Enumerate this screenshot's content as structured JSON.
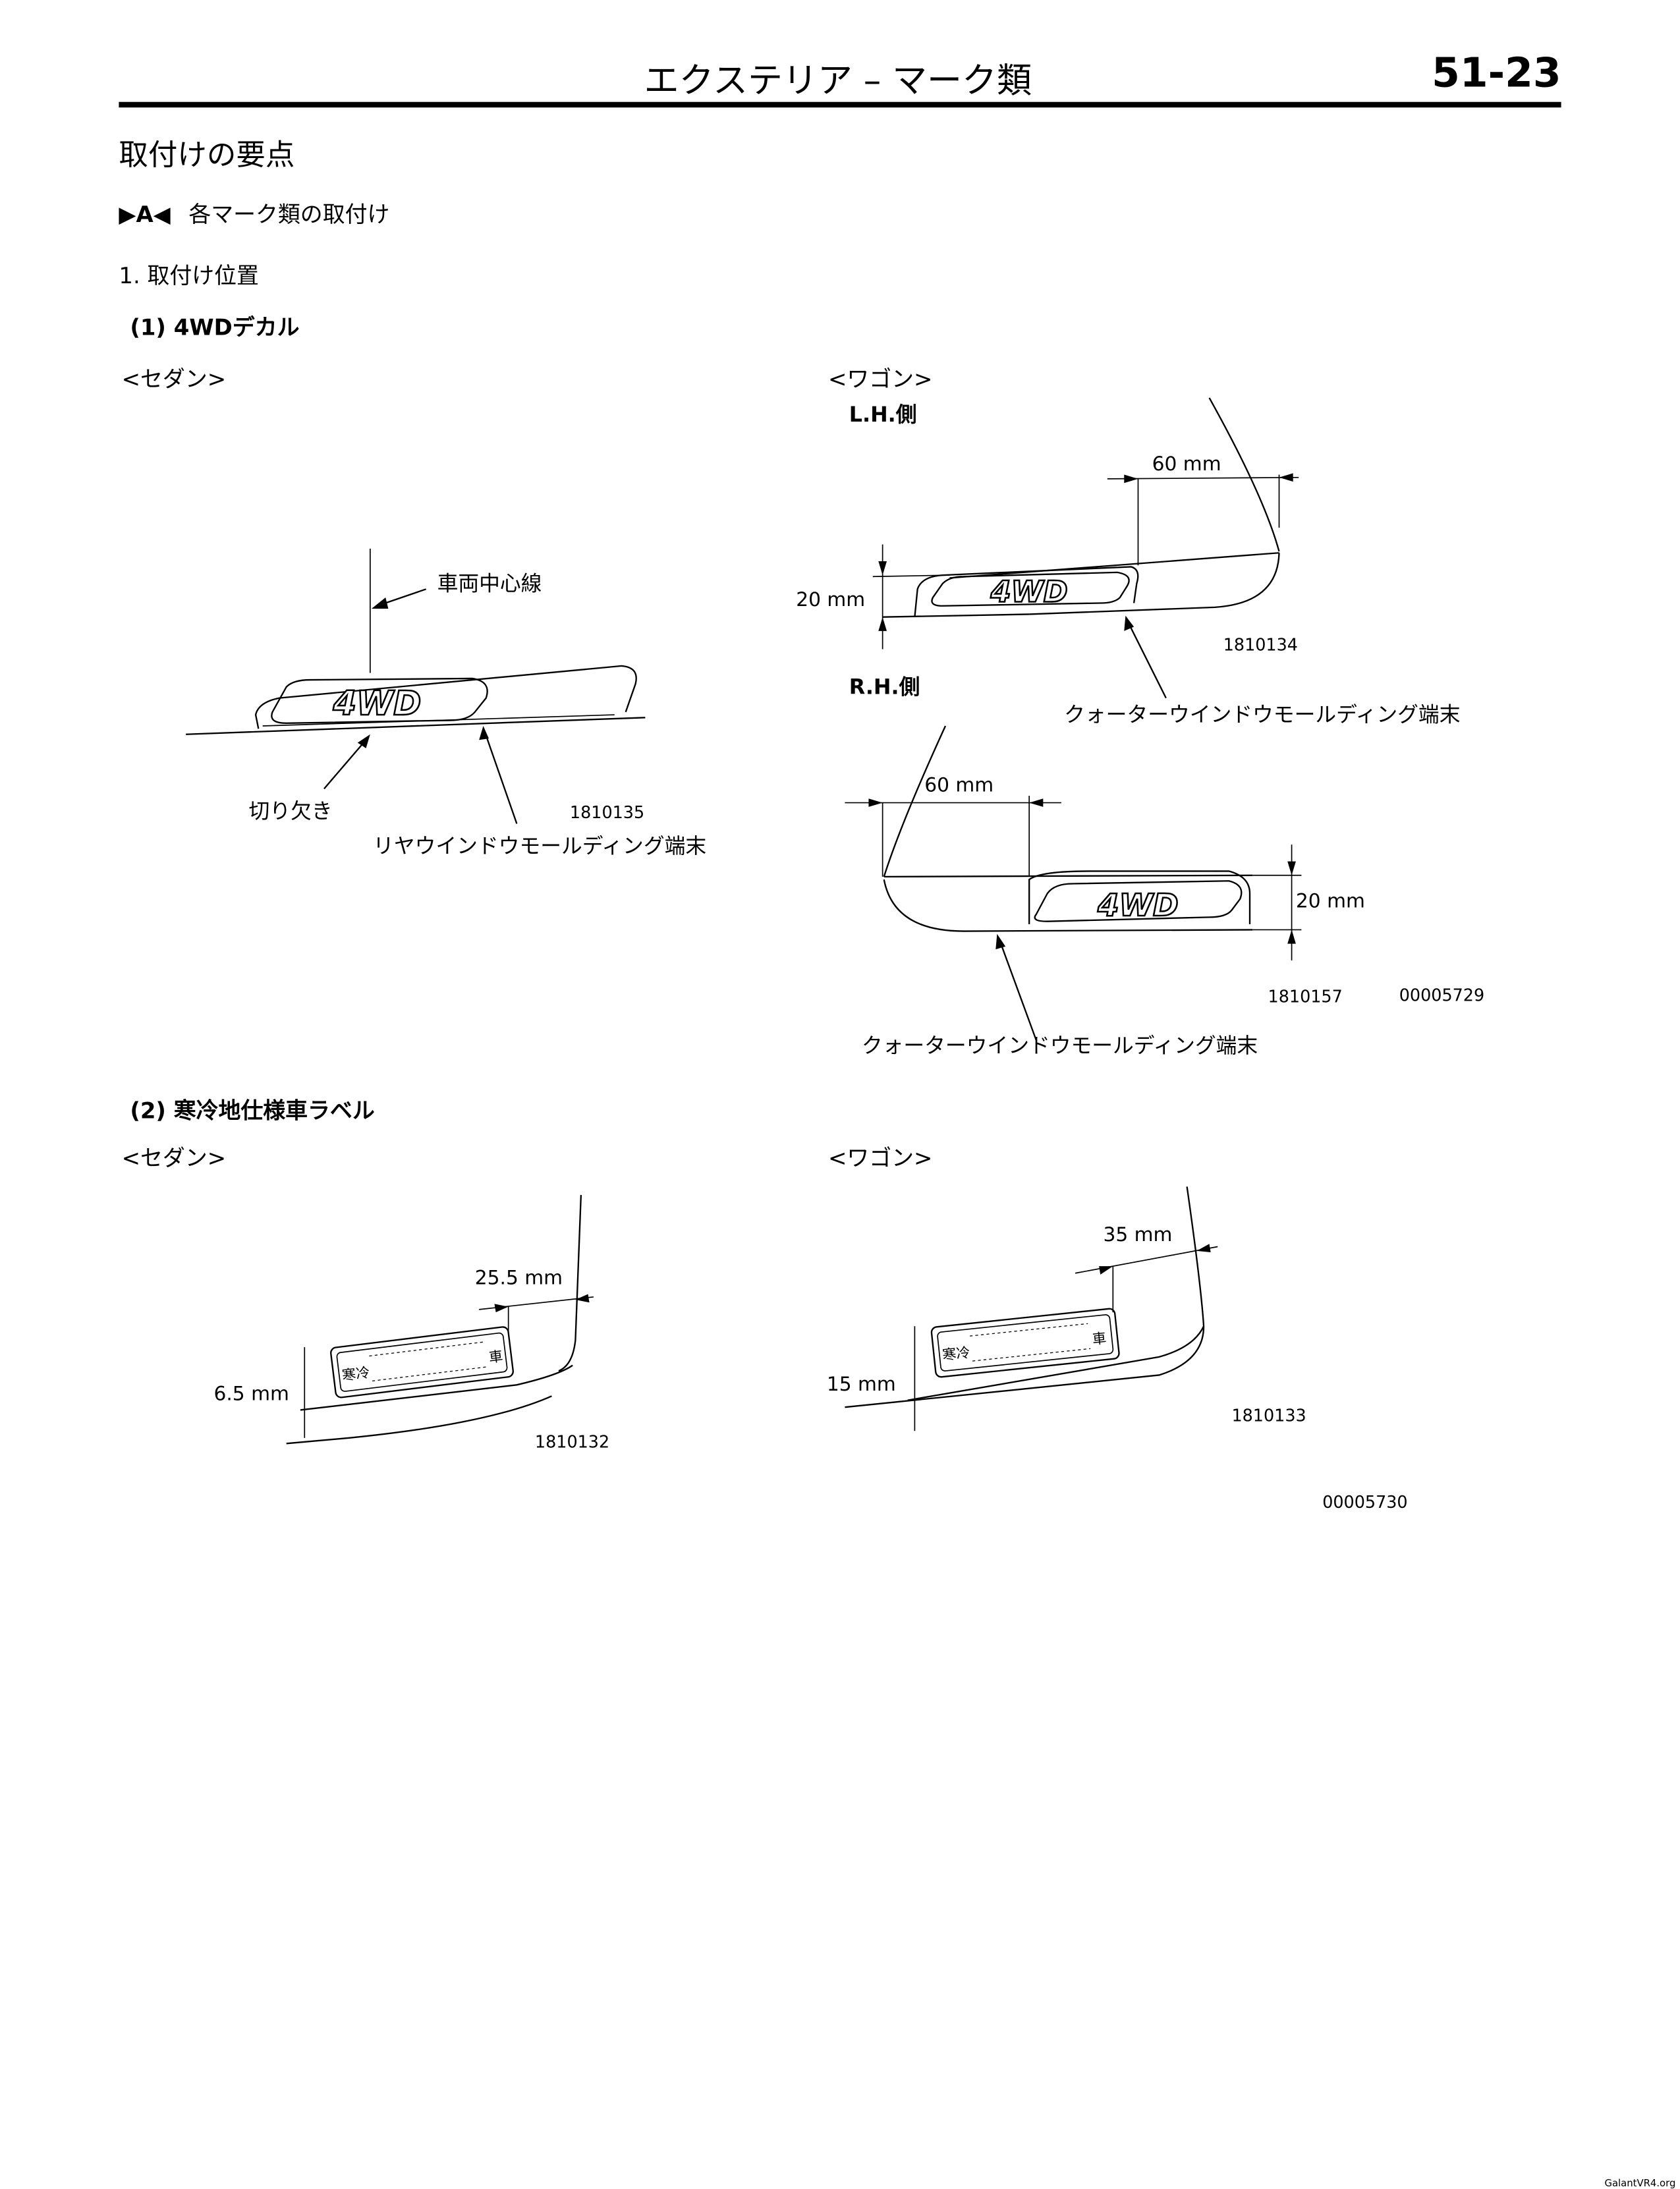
{
  "header": {
    "title": "エクステリア – マーク類",
    "page_number": "51-23"
  },
  "section_title": "取付けの要点",
  "procedure": {
    "marker": "▶A◀",
    "title": "各マーク類の取付け"
  },
  "step1": "1. 取付け位置",
  "sub1": {
    "title": "(1) 4WDデカル",
    "decal_text": "4WD",
    "sedan": {
      "label": "<セダン>",
      "center_line": "車両中心線",
      "notch": "切り欠き",
      "molding_end": "リヤウインドウモールディング端末",
      "fig_no": "1810135"
    },
    "wagon": {
      "label": "<ワゴン>",
      "lh": {
        "side": "L.H.側",
        "dim_h": "60 mm",
        "dim_v": "20 mm",
        "fig_no": "1810134",
        "molding_end": "クォーターウインドウモールディング端末"
      },
      "rh": {
        "side": "R.H.側",
        "dim_h": "60 mm",
        "dim_v": "20 mm",
        "fig_no": "1810157",
        "molding_end": "クォーターウインドウモールディング端末"
      },
      "group_no": "00005729"
    }
  },
  "sub2": {
    "title": "(2) 寒冷地仕様車ラベル",
    "label_text_left": "寒冷",
    "label_text_right": "車",
    "sedan": {
      "label": "<セダン>",
      "dim_h": "25.5 mm",
      "dim_v": "6.5 mm",
      "fig_no": "1810132"
    },
    "wagon": {
      "label": "<ワゴン>",
      "dim_h": "35 mm",
      "dim_v": "15 mm",
      "fig_no": "1810133"
    },
    "group_no": "00005730"
  },
  "footer": {
    "watermark": "GalantVR4.org"
  }
}
